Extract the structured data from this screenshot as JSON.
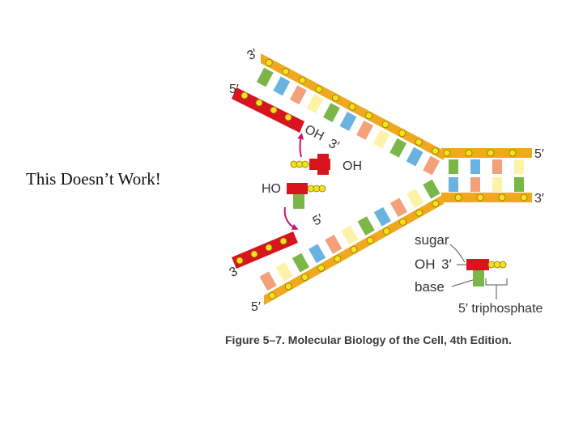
{
  "slide": {
    "title": "This Doesn’t Work!"
  },
  "figure": {
    "caption": "Figure 5–7. Molecular Biology of the Cell, 4th Edition.",
    "labels": {
      "upper_left_3prime": "3′",
      "upper_left_5prime": "5′",
      "upper_red_oh": "OH",
      "upper_red_3prime": "3′",
      "right_top_5prime": "5′",
      "right_bottom_3prime": "3′",
      "incoming_oh": "OH",
      "incoming_ho": "HO",
      "lower_arrow_5prime": "5′",
      "lower_left_3prime": "3′",
      "lower_left_5prime": "5′",
      "legend_sugar": "sugar",
      "legend_oh": "OH",
      "legend_3prime": "3′",
      "legend_base": "base",
      "legend_triphosphate": "5′ triphosphate"
    },
    "colors": {
      "backbone": "#f0a81e",
      "phosphate": "#f6e21c",
      "new_strand": "#d8141e",
      "arrow": "#c8186e",
      "bases": [
        "#7ab648",
        "#6ab3e0",
        "#f4a07a",
        "#fdf3a8"
      ]
    }
  }
}
